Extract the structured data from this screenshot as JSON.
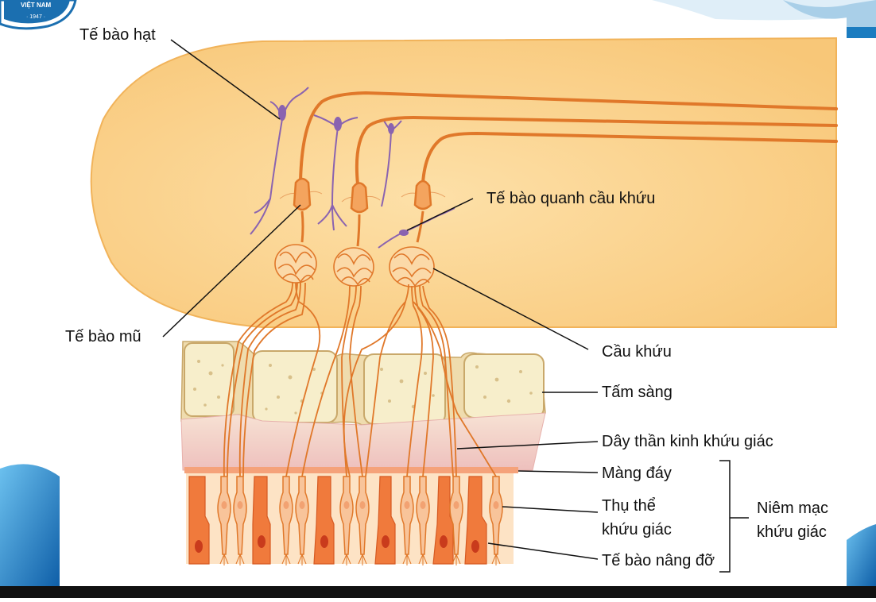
{
  "labels": {
    "granule_cell": "Tế bào hạt",
    "mitral_cell": "Tế bào mũ",
    "periglomerular_cell": "Tế bào quanh cầu khứu",
    "glomerulus": "Cầu khứu",
    "cribriform_plate": "Tấm sàng",
    "olfactory_nerve": "Dây thần kinh khứu giác",
    "basement_membrane": "Màng đáy",
    "receptor_line1": "Thụ thể",
    "receptor_line2": "khứu giác",
    "supporting_cell": "Tế bào nâng đỡ",
    "mucosa_line1": "Niêm mạc",
    "mucosa_line2": "khứu giác"
  },
  "logo": {
    "text": "VIỆT NAM",
    "year": "· 1947 ·"
  },
  "colors": {
    "bulb_fill": "#fdd9a0",
    "neuron": "#e0782a",
    "granule": "#8a63b0",
    "plate": "#f6ecc4",
    "nerve_layer": "#f1cccc",
    "receptor": "#f6b483",
    "support": "#f07a3c",
    "nucleus": "#c93b1c",
    "frame_blue": "#1b7cc0"
  }
}
